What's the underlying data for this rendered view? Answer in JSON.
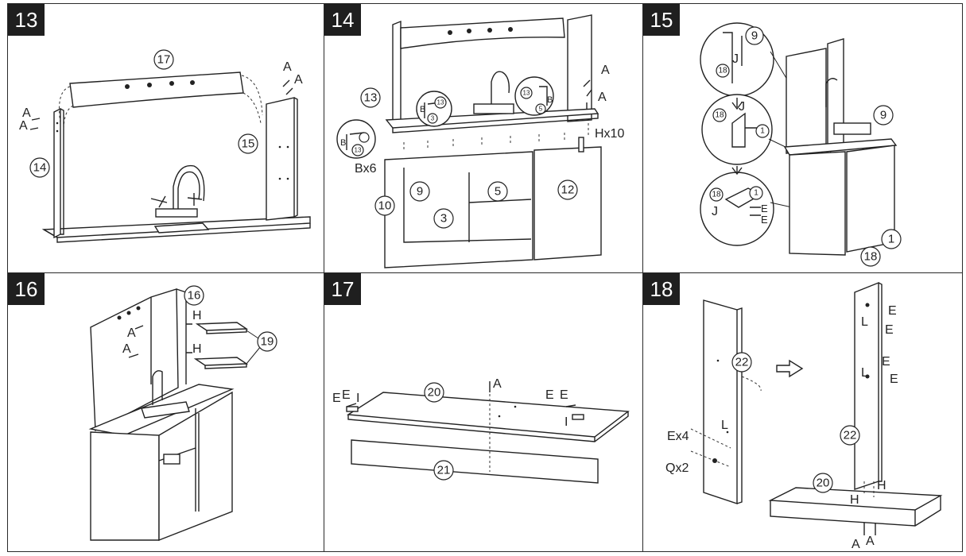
{
  "steps": [
    {
      "number": "13",
      "parts": [
        "17",
        "14",
        "15"
      ],
      "labels": [
        "A",
        "A",
        "A",
        "A"
      ]
    },
    {
      "number": "14",
      "parts": [
        "13",
        "9",
        "3",
        "5",
        "12",
        "10",
        "13",
        "5",
        "3",
        "13",
        "13"
      ],
      "labels": [
        "A",
        "A",
        "Hx10",
        "Bx6",
        "B",
        "B",
        "B"
      ]
    },
    {
      "number": "15",
      "parts": [
        "9",
        "18",
        "18",
        "1",
        "18",
        "1",
        "9",
        "1",
        "18"
      ],
      "labels": [
        "J",
        "J",
        "J",
        "E",
        "E"
      ]
    },
    {
      "number": "16",
      "parts": [
        "16",
        "19"
      ],
      "labels": [
        "H",
        "H",
        "A",
        "A"
      ]
    },
    {
      "number": "17",
      "parts": [
        "20",
        "21"
      ],
      "labels": [
        "E",
        "E",
        "I",
        "A",
        "E",
        "E",
        "I"
      ]
    },
    {
      "number": "18",
      "parts": [
        "22",
        "22",
        "20"
      ],
      "labels": [
        "Ex4",
        "Qx2",
        "L",
        "L",
        "E",
        "E",
        "L",
        "E",
        "E",
        "H",
        "H",
        "A",
        "A"
      ]
    }
  ],
  "colors": {
    "line": "#222222",
    "badge_bg": "#1f1f1f",
    "badge_text": "#ffffff",
    "background": "#ffffff"
  }
}
